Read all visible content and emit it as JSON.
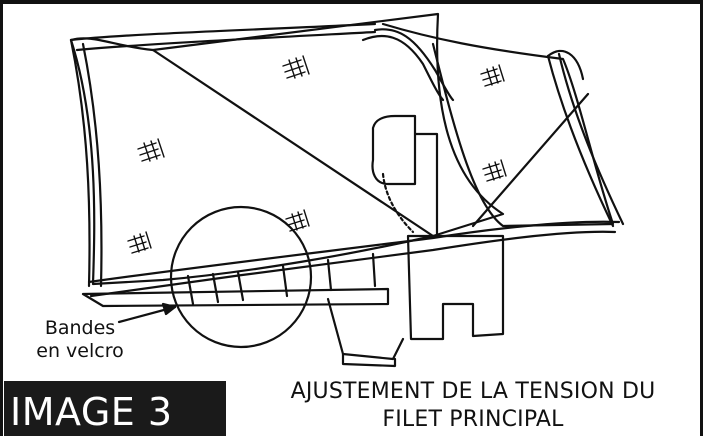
{
  "callout": {
    "line1": "Bandes",
    "line2": "en velcro"
  },
  "figure": {
    "tag": "IMAGE 3",
    "caption_line1": "AJUSTEMENT DE LA TENSION DU",
    "caption_line2": "FILET PRINCIPAL"
  },
  "colors": {
    "ink": "#111111",
    "tag_background": "#1a1a1a",
    "tag_text": "#ffffff"
  }
}
